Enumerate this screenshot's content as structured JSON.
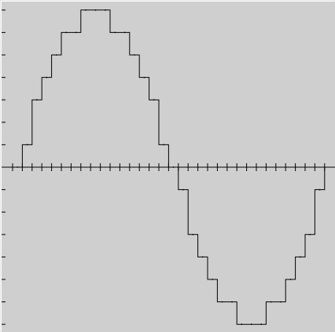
{
  "chart_data": {
    "type": "line",
    "step": true,
    "x": [
      0,
      1,
      2,
      3,
      4,
      5,
      6,
      7,
      8,
      9,
      10,
      11,
      12,
      13,
      14,
      15,
      16,
      17,
      18,
      19,
      20,
      21,
      22,
      23,
      24,
      25,
      26,
      27,
      28,
      29,
      30,
      31,
      32
    ],
    "values": [
      0,
      1,
      3,
      4,
      5,
      6,
      6,
      7,
      7,
      7,
      6,
      6,
      5,
      4,
      3,
      1,
      0,
      -1,
      -3,
      -4,
      -5,
      -6,
      -6,
      -7,
      -7,
      -7,
      -6,
      -6,
      -5,
      -4,
      -3,
      -1,
      0
    ],
    "xlim": [
      0,
      32
    ],
    "ylim": [
      -7,
      7
    ],
    "grid": false,
    "colors": {
      "background": "#cfcfcf",
      "line": "#000000",
      "axis": "#000000",
      "border": "#e6e6e6"
    }
  }
}
